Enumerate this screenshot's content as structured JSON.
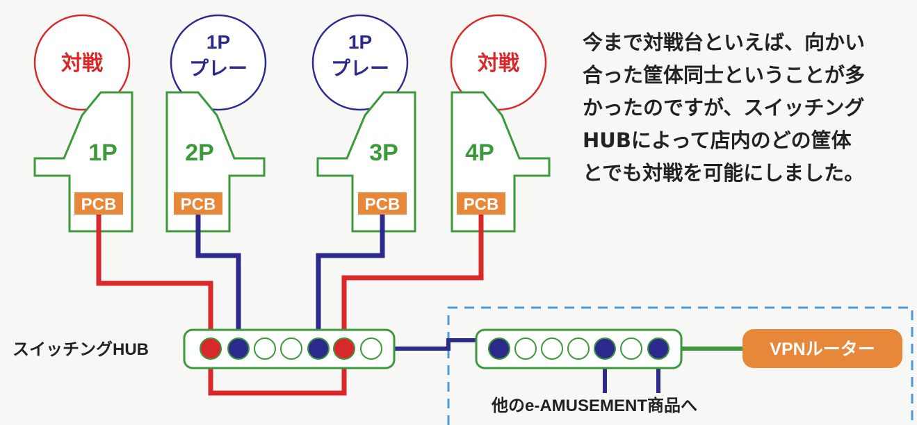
{
  "bubbles": [
    "対戦",
    "1P\nプレー",
    "1P\nプレー",
    "対戦"
  ],
  "cabinets": [
    "1P",
    "2P",
    "3P",
    "4P"
  ],
  "pcb_label": "PCB",
  "hub_label": "スイッチングHUB",
  "router_label": "VPNルーター",
  "other_products_label": "他のe-AMUSEMENT商品へ",
  "description_lines": [
    "今まで対戦台といえば、向かい",
    "合った筐体同士ということが多",
    "かったのですが、スイッチング",
    "HUBによって店内のどの筐体",
    "とでも対戦を可能にしました。"
  ],
  "colors": {
    "versus": "#d9282a",
    "single": "#2c2a8c",
    "cabinet": "#3a9a3a",
    "pcb": "#e7873a",
    "router": "#e7873a",
    "dashed": "#4a9ad9",
    "text": "#222222"
  }
}
